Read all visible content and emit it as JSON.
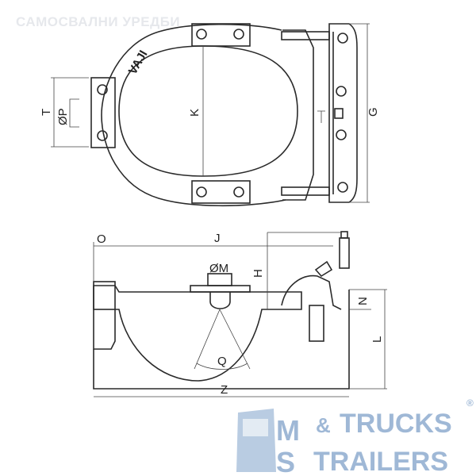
{
  "watermark": {
    "text": "САМОСВАЛНИ УРЕДБИ"
  },
  "top_view": {
    "labels": {
      "T": "T",
      "P": "ØP",
      "K": "K",
      "G": "G"
    },
    "brand_mark": "VAJI"
  },
  "side_view": {
    "labels": {
      "O": "O",
      "J": "J",
      "M": "ØM",
      "H": "H",
      "N": "N",
      "L": "L",
      "Q": "Q",
      "Z": "Z"
    }
  },
  "logo": {
    "line1_left": "M",
    "line1_right": "TRUCKS",
    "line2_left": "S",
    "line2_right": "TRAILERS",
    "amp": "&",
    "registered": "®"
  },
  "colors": {
    "line": "#2a2a2a",
    "logo": "#9fb8d6"
  }
}
